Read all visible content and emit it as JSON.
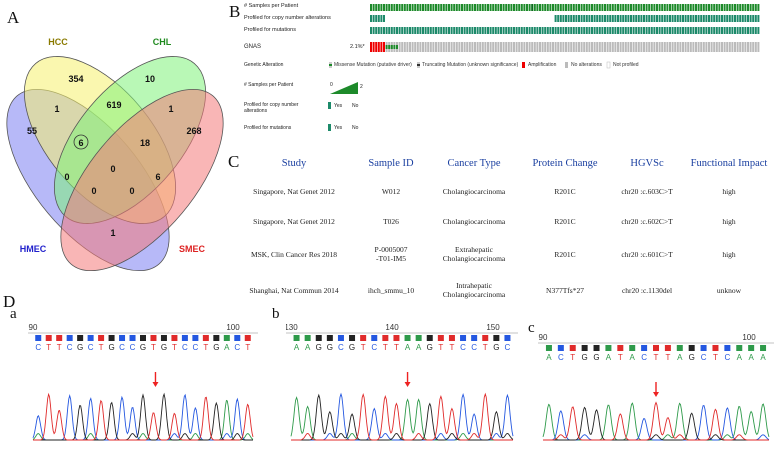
{
  "panels": {
    "a": "A",
    "b": "B",
    "c": "C",
    "d": "D",
    "d_sub": [
      "a",
      "b",
      "c"
    ]
  },
  "venn": {
    "sets": [
      {
        "label": "HCC",
        "color": "#f5f06e",
        "text_color": "#8a7a00"
      },
      {
        "label": "CHL",
        "color": "#7ff27a",
        "text_color": "#1f8a1f"
      },
      {
        "label": "HMEC",
        "color": "#7b7ff2",
        "text_color": "#2222cc"
      },
      {
        "label": "SMEC",
        "color": "#f47a7a",
        "text_color": "#dd2222"
      }
    ],
    "counts": {
      "hmec_only": "55",
      "hcc_only": "354",
      "chl_only": "10",
      "smec_only": "268",
      "hmec_hcc": "1",
      "hcc_chl": "619",
      "chl_smec": "1",
      "hmec_hcc_chl": "6",
      "hcc_chl_smec": "18",
      "hmec_chl": "0",
      "hcc_smec": "6",
      "all_four": "0",
      "hmec_hcc_smec": "0",
      "hmec_chl_smec": "0",
      "hmec_smec": "1"
    }
  },
  "oncoprint": {
    "track_labels": [
      "# Samples per Patient",
      "Profiled for copy number alterations",
      "Profiled for mutations"
    ],
    "gene": "GNAS",
    "gene_pct": "2.1%*",
    "legend": {
      "genetic_alteration": "Genetic Alteration",
      "missense": "Missense Mutation (putative driver)",
      "truncating": "Truncating Mutation (unknown significance)",
      "amplification": "Amplification",
      "no_alterations": "No alterations",
      "not_profiled": "Not profiled",
      "samples_per_patient": "# Samples per Patient",
      "scale_min": "0",
      "scale_max": "2",
      "profiled_cna": "Profiled for copy number alterations",
      "profiled_mut": "Profiled for mutations",
      "yes": "Yes",
      "no": "No"
    }
  },
  "table": {
    "headers": [
      "Study",
      "Sample ID",
      "Cancer Type",
      "Protein Change",
      "HGVSc",
      "Functional Impact"
    ],
    "rows": [
      {
        "study": "Singapore, Nat Genet 2012",
        "sample": [
          "W012"
        ],
        "cancer": [
          "Cholangiocarcinoma"
        ],
        "protein": "R201C",
        "hgvsc": "chr20 :c.603C>T",
        "impact": "high"
      },
      {
        "study": "Singapore, Nat Genet 2012",
        "sample": [
          "T026"
        ],
        "cancer": [
          "Cholangiocarcinoma"
        ],
        "protein": "R201C",
        "hgvsc": "chr20 :c.602C>T",
        "impact": "high"
      },
      {
        "study": "MSK, Clin Cancer Res 2018",
        "sample": [
          "P-0005007",
          "-T01-IM5"
        ],
        "cancer": [
          "Extrahepatic",
          "Cholangiocarcinoma"
        ],
        "protein": "R201C",
        "hgvsc": "chr20 :c.601C>T",
        "impact": "high"
      },
      {
        "study": "Shanghai, Nat Commun 2014",
        "sample": [
          "ihch_smmu_10"
        ],
        "cancer": [
          "Intrahepatic",
          "Cholangiocarcinoma"
        ],
        "protein": "N377Tfs*27",
        "hgvsc": "chr20 :c.1130del",
        "impact": "unknow"
      }
    ]
  },
  "chromatograms": [
    {
      "id": "a",
      "ticks": [
        "90",
        "100"
      ],
      "seq": "CTTCGCTGCCGTGTCCTGACT"
    },
    {
      "id": "b",
      "ticks": [
        "130",
        "140",
        "150"
      ],
      "seq": "AAGGCGTCTTAAGTTCCTGC"
    },
    {
      "id": "c",
      "ticks": [
        "90",
        "100"
      ],
      "seq": "ACTGGATACTTAGCTCAAA"
    }
  ],
  "base_colors": {
    "A": "#2e9a4a",
    "C": "#2457e0",
    "G": "#222222",
    "T": "#e02a2a"
  }
}
